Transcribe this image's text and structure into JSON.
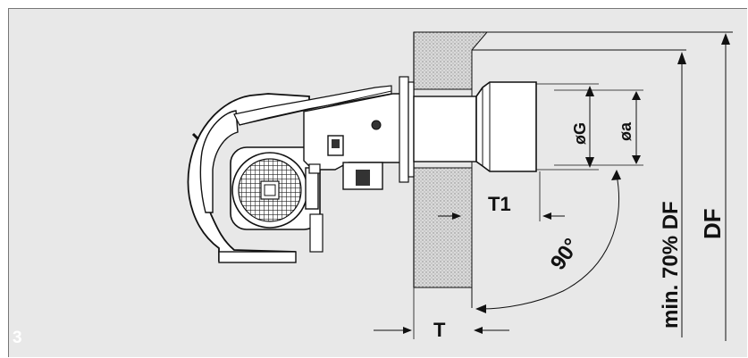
{
  "figure": {
    "number": "3",
    "labels": {
      "flame_tube_diameter": "øG",
      "flame_head_diameter": "øa",
      "insertion_depth": "T1",
      "wall_thickness": "T",
      "angle": "90°",
      "min_chamber": "min. 70% DF",
      "chamber_depth": "DF"
    }
  },
  "colors": {
    "panel_background": "#e8e8e8",
    "line": "#111111",
    "wall_fill": "#c9c9c9"
  }
}
